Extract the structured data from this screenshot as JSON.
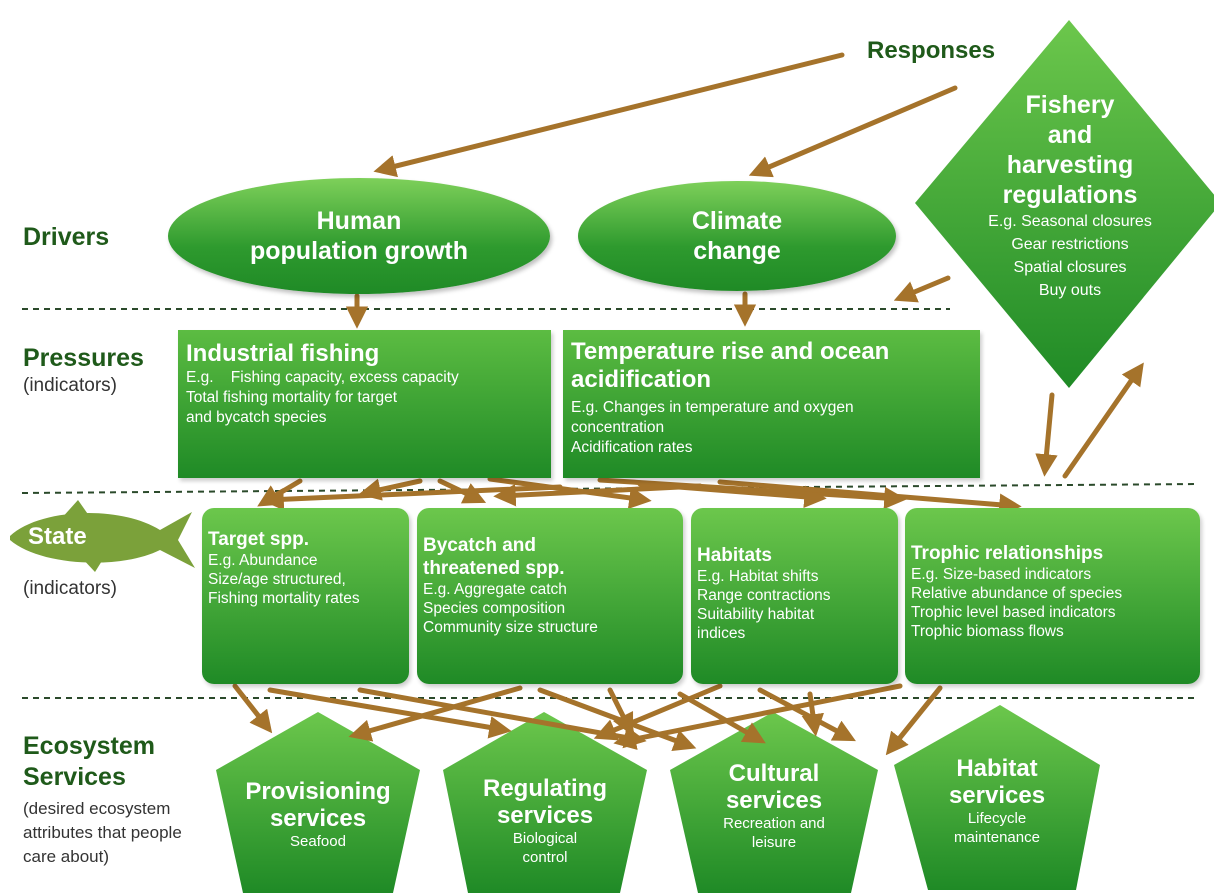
{
  "responses": {
    "title": "Responses",
    "fishery": {
      "title_lines": [
        "Fishery",
        "and",
        "harvesting",
        "regulations"
      ],
      "lines": [
        "E.g. Seasonal closures",
        "Gear restrictions",
        "Spatial closures",
        "Buy outs"
      ]
    }
  },
  "rows": {
    "drivers": "Drivers",
    "pressures": "Pressures",
    "pressures_sub": "(indicators)",
    "state": "State",
    "state_sub": "(indicators)",
    "es_line1": "Ecosystem",
    "es_line2": "Services",
    "es_sub": [
      "(desired ecosystem",
      "attributes that people",
      "care about)"
    ]
  },
  "drivers": [
    {
      "lines": [
        "Human",
        "population growth"
      ]
    },
    {
      "lines": [
        "Climate",
        "change"
      ]
    }
  ],
  "pressures": [
    {
      "title": "Industrial fishing",
      "lines": [
        "E.g.    Fishing capacity, excess capacity",
        "Total fishing mortality for target",
        "and bycatch species"
      ]
    },
    {
      "title_lines": [
        "Temperature rise and ocean",
        "acidification"
      ],
      "lines": [
        "E.g. Changes in temperature and oxygen",
        "concentration",
        "Acidification rates"
      ]
    }
  ],
  "states": [
    {
      "title_lines": [
        "Target spp."
      ],
      "lines": [
        "E.g. Abundance",
        "Size/age structured,",
        "Fishing mortality rates"
      ]
    },
    {
      "title_lines": [
        "Bycatch and",
        "threatened spp."
      ],
      "lines": [
        "E.g. Aggregate catch",
        "Species composition",
        "Community size structure"
      ]
    },
    {
      "title_lines": [
        "Habitats"
      ],
      "lines": [
        "E.g. Habitat shifts",
        "Range contractions",
        "Suitability habitat",
        "indices"
      ]
    },
    {
      "title_lines": [
        "Trophic relationships"
      ],
      "lines": [
        "E.g. Size-based indicators",
        "Relative abundance of species",
        "Trophic level based indicators",
        "Trophic biomass flows"
      ]
    }
  ],
  "services": [
    {
      "title_lines": [
        "Provisioning",
        "services"
      ],
      "lines": [
        "Seafood"
      ]
    },
    {
      "title_lines": [
        "Regulating",
        "services"
      ],
      "lines": [
        "Biological",
        "control"
      ]
    },
    {
      "title_lines": [
        "Cultural",
        "services"
      ],
      "lines": [
        "Recreation and",
        "leisure"
      ]
    },
    {
      "title_lines": [
        "Habitat",
        "services"
      ],
      "lines": [
        "Lifecycle",
        "maintenance"
      ]
    }
  ],
  "colors": {
    "green_dark": "#1f8a26",
    "green_light": "#6cc74c",
    "arrow": "#a5732b",
    "label": "#1f5a1a",
    "fish": "#7ba13a"
  }
}
